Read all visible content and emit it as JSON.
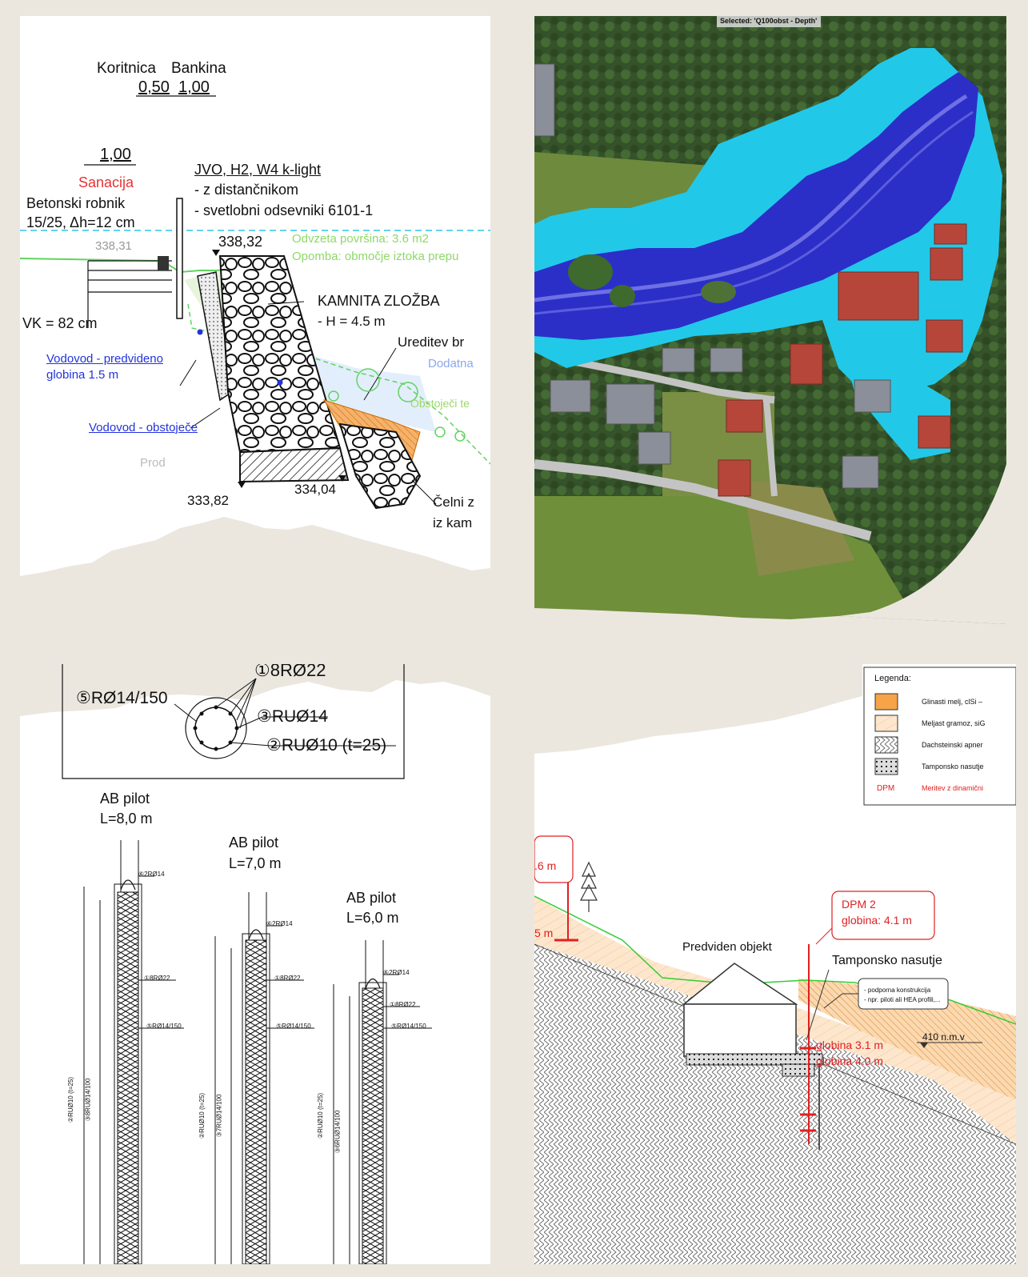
{
  "cross_section": {
    "koritnica": "Koritnica",
    "bankina": "Bankina",
    "dim_050": "0,50",
    "dim_100a": "1,00",
    "dim_100b": "1,00",
    "sanacija": "Sanacija",
    "betonski_robnik": "Betonski robnik",
    "robnik_dim": "15/25, Δh=12 cm",
    "jvo": "JVO, H2, W4 k-light",
    "z_distancnikom": "- z distančnikom",
    "svetlobni": "- svetlobni odsevniki 6101-1",
    "elev_33831": "338,31",
    "elev_33832": "338,32",
    "odvzeta": "Odvzeta površina: 3.6 m2",
    "opomba": "Opomba: območje iztoka prepu",
    "kamnita_zlozba": "KAMNITA ZLOŽBA",
    "h45": "- H = 4.5 m",
    "vk": "VK = 82 cm",
    "ureditev": "Ureditev br",
    "dodatna": "Dodatna",
    "vodovod_pred": "Vodovod - predvideno",
    "globina15": "globina 1.5 m",
    "obstojeci": "Obstoječi te",
    "vodovod_obst": "Vodovod - obstoječe",
    "prod": "Prod",
    "elev_33382": "333,82",
    "elev_33404": "334,04",
    "celni": "Čelni z",
    "iz_kam": "iz kam"
  },
  "flood_map": {
    "selected_label": "Selected: 'Q100obst - Depth'",
    "colors": {
      "deep": "#2b2fc8",
      "shallow": "#22c8e8",
      "vegetation": "#3d5a2c"
    }
  },
  "piles": {
    "label_1": "①8RØ22",
    "label_5": "⑤RØ14/150",
    "label_3": "③RUØ14",
    "label_2": "②RUØ10 (t=25)",
    "pile_a_title": "AB pilot",
    "pile_a_len": "L=8,0 m",
    "pile_b_title": "AB pilot",
    "pile_b_len": "L=7,0 m",
    "pile_c_title": "AB pilot",
    "pile_c_len": "L=6,0 m",
    "small_6": "⑥2RØ14",
    "small_1": "①8RØ22",
    "small_5": "⑤RØ14/150",
    "vert_2": "②RUØ10 (t=25)",
    "vert_3a": "③8RUØ14/100",
    "vert_3b": "③7RUØ14/100",
    "vert_3c": "③6RUØ14/100"
  },
  "geo_profile": {
    "legend_title": "Legenda:",
    "legend": [
      "Glinasti melj, clSi –",
      "Meljast gramoz, siG",
      "Dachsteinski apner",
      "Tamponsko nasutje",
      "Meritev z dinamični"
    ],
    "dpm_key": "DPM",
    "left_depth": ".6 m",
    "left_5m": "5 m",
    "dpm2": "DPM 2",
    "dpm2_depth": "globina: 4.1 m",
    "predviden": "Predviden objekt",
    "tamponsko": "Tamponsko nasutje",
    "note1": "- podporna konstrukcija",
    "note2": "- npr. piloti ali HEA profili,...",
    "nmv": "410 n.m.v",
    "globina31": "globina 3.1 m",
    "globina40": "globina 4.0 m"
  }
}
